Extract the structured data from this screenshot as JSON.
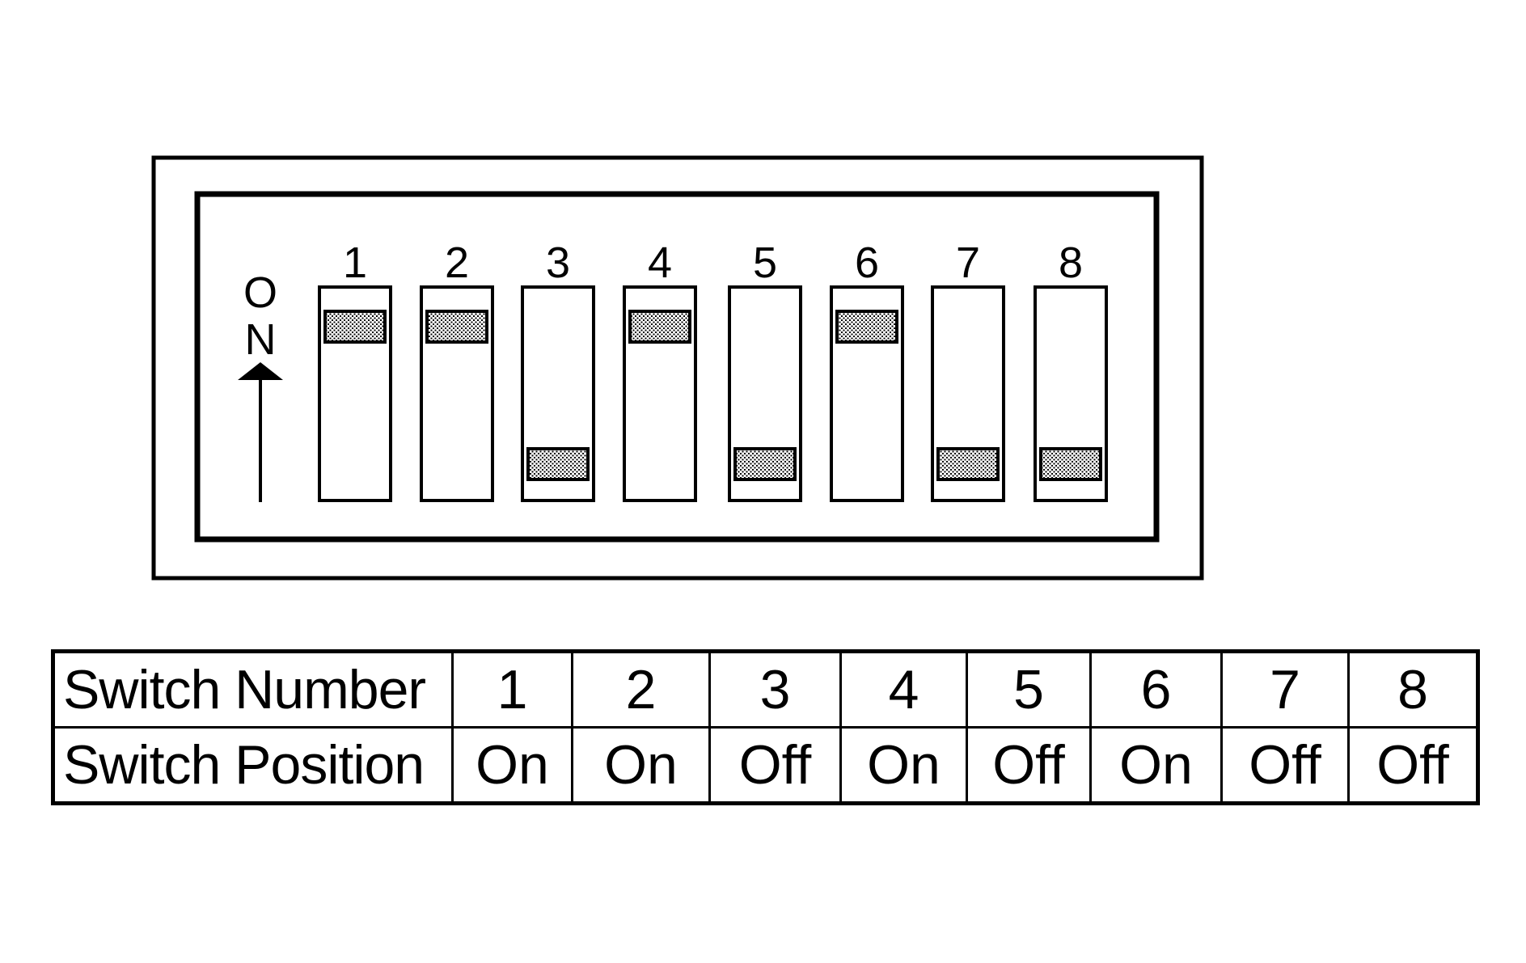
{
  "dip_switch": {
    "on_label_letters": [
      "O",
      "N"
    ],
    "switches": [
      {
        "label": "1",
        "position": "On"
      },
      {
        "label": "2",
        "position": "On"
      },
      {
        "label": "3",
        "position": "Off"
      },
      {
        "label": "4",
        "position": "On"
      },
      {
        "label": "5",
        "position": "Off"
      },
      {
        "label": "6",
        "position": "On"
      },
      {
        "label": "7",
        "position": "Off"
      },
      {
        "label": "8",
        "position": "Off"
      }
    ]
  },
  "table": {
    "number_header": "Switch Number",
    "position_header": "Switch Position",
    "numbers": [
      "1",
      "2",
      "3",
      "4",
      "5",
      "6",
      "7",
      "8"
    ],
    "positions": [
      "On",
      "On",
      "Off",
      "On",
      "Off",
      "On",
      "Off",
      "Off"
    ]
  },
  "colors": {
    "line": "#000000",
    "background": "#ffffff"
  }
}
